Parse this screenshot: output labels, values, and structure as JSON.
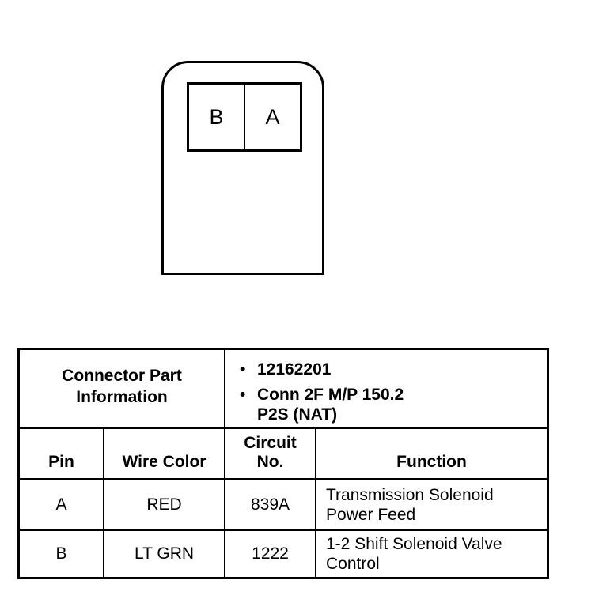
{
  "connector": {
    "cavities": [
      "B",
      "A"
    ]
  },
  "part_info": {
    "label": "Connector Part\nInformation",
    "items": [
      "12162201",
      "Conn 2F M/P 150.2\nP2S (NAT)"
    ]
  },
  "table": {
    "headers": {
      "pin": "Pin",
      "wire_color": "Wire Color",
      "circuit": "Circuit\nNo.",
      "function": "Function"
    },
    "rows": [
      {
        "pin": "A",
        "wire_color": "RED",
        "circuit": "839A",
        "function": "Transmission Solenoid\nPower Feed"
      },
      {
        "pin": "B",
        "wire_color": "LT GRN",
        "circuit": "1222",
        "function": "1-2 Shift Solenoid Valve\nControl"
      }
    ]
  }
}
